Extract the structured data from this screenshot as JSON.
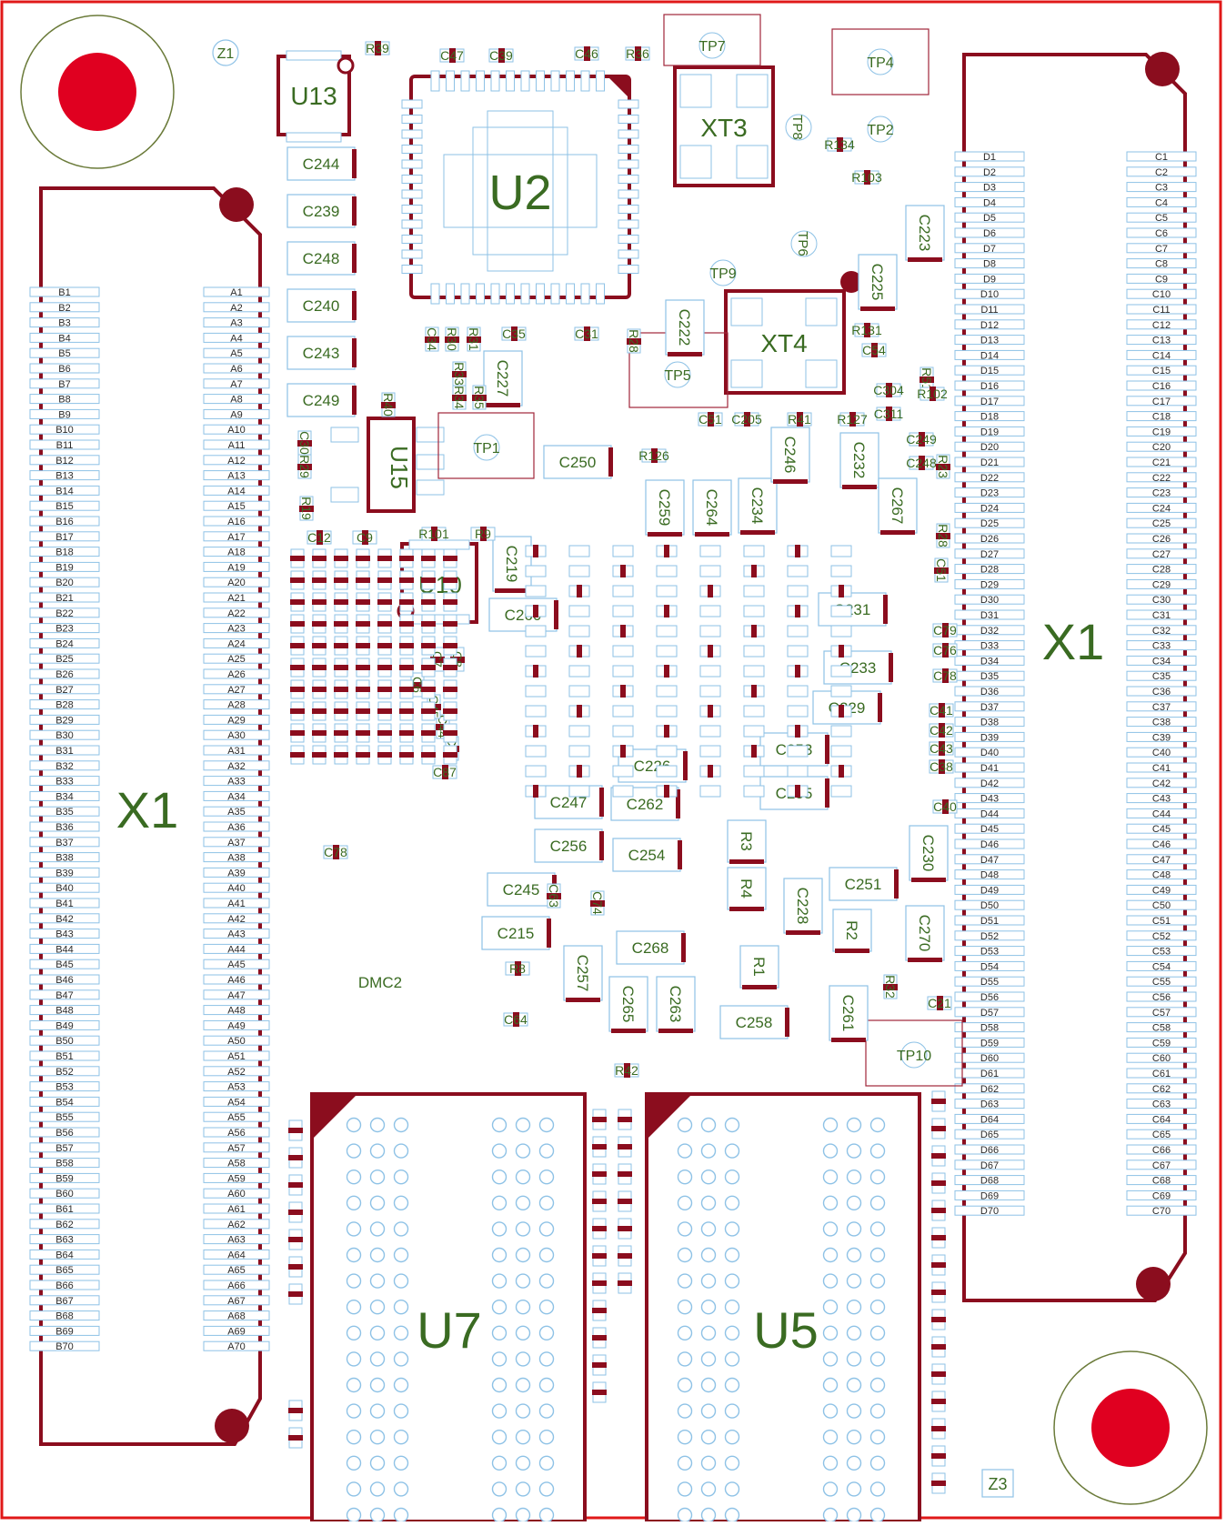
{
  "board_name": "DMC2",
  "connectors": {
    "x1_label": "X1",
    "left_b_pins": [
      "B1",
      "B2",
      "B3",
      "B4",
      "B5",
      "B6",
      "B7",
      "B8",
      "B9",
      "B10",
      "B11",
      "B12",
      "B13",
      "B14",
      "B15",
      "B16",
      "B17",
      "B18",
      "B19",
      "B20",
      "B21",
      "B22",
      "B23",
      "B24",
      "B25",
      "B26",
      "B27",
      "B28",
      "B29",
      "B30",
      "B31",
      "B32",
      "B33",
      "B34",
      "B35",
      "B36",
      "B37",
      "B38",
      "B39",
      "B40",
      "B41",
      "B42",
      "B43",
      "B44",
      "B45",
      "B46",
      "B47",
      "B48",
      "B49",
      "B50",
      "B51",
      "B52",
      "B53",
      "B54",
      "B55",
      "B56",
      "B57",
      "B58",
      "B59",
      "B60",
      "B61",
      "B62",
      "B63",
      "B64",
      "B65",
      "B66",
      "B67",
      "B68",
      "B69",
      "B70"
    ],
    "left_a_pins": [
      "A1",
      "A2",
      "A3",
      "A4",
      "A5",
      "A6",
      "A7",
      "A8",
      "A9",
      "A10",
      "A11",
      "A12",
      "A13",
      "A14",
      "A15",
      "A16",
      "A17",
      "A18",
      "A19",
      "A20",
      "A21",
      "A22",
      "A23",
      "A24",
      "A25",
      "A26",
      "A27",
      "A28",
      "A29",
      "A30",
      "A31",
      "A32",
      "A33",
      "A34",
      "A35",
      "A36",
      "A37",
      "A38",
      "A39",
      "A40",
      "A41",
      "A42",
      "A43",
      "A44",
      "A45",
      "A46",
      "A47",
      "A48",
      "A49",
      "A50",
      "A51",
      "A52",
      "A53",
      "A54",
      "A55",
      "A56",
      "A57",
      "A58",
      "A59",
      "A60",
      "A61",
      "A62",
      "A63",
      "A64",
      "A65",
      "A66",
      "A67",
      "A68",
      "A69",
      "A70"
    ],
    "right_d_pins": [
      "D1",
      "D2",
      "D3",
      "D4",
      "D5",
      "D6",
      "D7",
      "D8",
      "D9",
      "D10",
      "D11",
      "D12",
      "D13",
      "D14",
      "D15",
      "D16",
      "D17",
      "D18",
      "D19",
      "D20",
      "D21",
      "D22",
      "D23",
      "D24",
      "D25",
      "D26",
      "D27",
      "D28",
      "D29",
      "D30",
      "D31",
      "D32",
      "D33",
      "D34",
      "D35",
      "D36",
      "D37",
      "D38",
      "D39",
      "D40",
      "D41",
      "D42",
      "D43",
      "D44",
      "D45",
      "D46",
      "D47",
      "D48",
      "D49",
      "D50",
      "D51",
      "D52",
      "D53",
      "D54",
      "D55",
      "D56",
      "D57",
      "D58",
      "D59",
      "D60",
      "D61",
      "D62",
      "D63",
      "D64",
      "D65",
      "D66",
      "D67",
      "D68",
      "D69",
      "D70"
    ],
    "right_c_pins": [
      "C1",
      "C2",
      "C3",
      "C4",
      "C5",
      "C6",
      "C7",
      "C8",
      "C9",
      "C10",
      "C11",
      "C12",
      "C13",
      "C14",
      "C15",
      "C16",
      "C17",
      "C18",
      "C19",
      "C20",
      "C21",
      "C22",
      "C23",
      "C24",
      "C25",
      "C26",
      "C27",
      "C28",
      "C29",
      "C30",
      "C31",
      "C32",
      "C33",
      "C34",
      "C35",
      "C36",
      "C37",
      "C38",
      "C39",
      "C40",
      "C41",
      "C42",
      "C43",
      "C44",
      "C45",
      "C46",
      "C47",
      "C48",
      "C49",
      "C50",
      "C51",
      "C52",
      "C53",
      "C54",
      "C55",
      "C56",
      "C57",
      "C58",
      "C59",
      "C60",
      "C61",
      "C62",
      "C63",
      "C64",
      "C65",
      "C66",
      "C67",
      "C68",
      "C69",
      "C70"
    ]
  },
  "ics": {
    "u2": "U2",
    "u13": "U13",
    "u15": "U15",
    "u10": "U10",
    "u7": "U7",
    "u5": "U5",
    "xt3": "XT3",
    "xt4": "XT4"
  },
  "fiducials": {
    "z1": "Z1",
    "z3": "Z3"
  },
  "test_points": {
    "tp7": "TP7",
    "tp4": "TP4",
    "tp2": "TP2",
    "tp8": "TP8",
    "tp6": "TP6",
    "tp9": "TP9",
    "tp5": "TP5",
    "tp1": "TP1",
    "tp10": "TP10"
  },
  "large_caps": {
    "c244": "C244",
    "c239": "C239",
    "c248": "C248",
    "c240": "C240",
    "c243": "C243",
    "c249": "C249",
    "c250": "C250",
    "c260": "C260",
    "c259": "C259",
    "c264": "C264",
    "c234": "C234",
    "c246": "C246",
    "c232": "C232",
    "c267": "C267",
    "c231": "C231",
    "c233": "C233",
    "c229": "C229",
    "c253": "C253",
    "c255": "C255",
    "c226": "C226",
    "c247": "C247",
    "c262": "C262",
    "c256": "C256",
    "c254": "C254",
    "c245": "C245",
    "c215": "C215",
    "c268": "C268",
    "c257": "C257",
    "c265": "C265",
    "c263": "C263",
    "c258": "C258",
    "c261": "C261",
    "c270": "C270",
    "c251": "C251",
    "c228": "C228",
    "c230": "C230",
    "c223": "C223",
    "c225": "C225",
    "c222": "C222",
    "c219": "C219",
    "c227": "C227"
  },
  "resistors": {
    "r1": "R1",
    "r2": "R2",
    "r3": "R3",
    "r4": "R4"
  },
  "small_parts": [
    {
      "t": "R39"
    },
    {
      "t": "C47"
    },
    {
      "t": "C39"
    },
    {
      "t": "C46"
    },
    {
      "t": "R36"
    },
    {
      "t": "C34"
    },
    {
      "t": "R30"
    },
    {
      "t": "R31"
    },
    {
      "t": "C35"
    },
    {
      "t": "C31"
    },
    {
      "t": "R28"
    },
    {
      "t": "R40"
    },
    {
      "t": "R34"
    },
    {
      "t": "R35"
    },
    {
      "t": "R33"
    },
    {
      "t": "R29"
    },
    {
      "t": "C30"
    },
    {
      "t": "R19"
    },
    {
      "t": "C12"
    },
    {
      "t": "C9"
    },
    {
      "t": "R101"
    },
    {
      "t": "R9"
    },
    {
      "t": "C78"
    },
    {
      "t": "R8"
    },
    {
      "t": "C64"
    },
    {
      "t": "R42"
    },
    {
      "t": "C21"
    },
    {
      "t": "R32"
    },
    {
      "t": "R126"
    },
    {
      "t": "R127"
    },
    {
      "t": "R41"
    },
    {
      "t": "C51"
    },
    {
      "t": "C205"
    },
    {
      "t": "R134"
    },
    {
      "t": "R103"
    },
    {
      "t": "R131"
    },
    {
      "t": "C54"
    },
    {
      "t": "R51"
    },
    {
      "t": "R102"
    },
    {
      "t": "C311"
    },
    {
      "t": "C304"
    },
    {
      "t": "C249"
    },
    {
      "t": "C248"
    },
    {
      "t": "R23"
    },
    {
      "t": "R28"
    },
    {
      "t": "C51"
    },
    {
      "t": "C79"
    },
    {
      "t": "C78"
    },
    {
      "t": "C76"
    },
    {
      "t": "C38"
    },
    {
      "t": "C43"
    },
    {
      "t": "C42"
    },
    {
      "t": "C41"
    },
    {
      "t": "C40"
    },
    {
      "t": "C63"
    },
    {
      "t": "C74"
    },
    {
      "t": "C7"
    },
    {
      "t": "C8"
    },
    {
      "t": "C87"
    },
    {
      "t": "C68"
    },
    {
      "t": "C44"
    },
    {
      "t": "C45"
    },
    {
      "t": "C6"
    }
  ]
}
